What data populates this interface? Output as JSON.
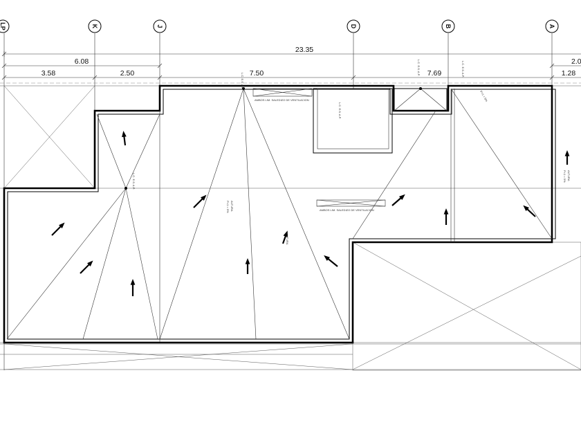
{
  "axes": [
    "LP",
    "K",
    "J",
    "D",
    "B",
    "A"
  ],
  "dimensions": {
    "overall": "23.35",
    "sub_left": "6.08",
    "sub_right": "2.0",
    "segments": [
      "3.58",
      "2.50",
      "7.50",
      "7.69",
      "1.28"
    ]
  },
  "notes": {
    "alt_1": "ALTURA",
    "alt_2": "ALTURA",
    "alt_3": "ALTURA",
    "pend_1": "P=1 = 5%",
    "pend_2": "P=1 = 5%",
    "pend_3": "P=1 = 5%",
    "skylight_1": "AMBOS LIM. SALEDIZO DE VENTILACION",
    "skylight_2": "AMBOS LIM. SALEDIZO DE VENTILACION",
    "ridge_1": "L.C. E.S. A.P.",
    "ridge_2": "L.C. E.S. A.P.",
    "ridge_3": "L.C. E.S. A.P.",
    "ridge_4": "L.C. E.S. A.P.",
    "ridge_5": "L.C. E.S. A.P."
  }
}
